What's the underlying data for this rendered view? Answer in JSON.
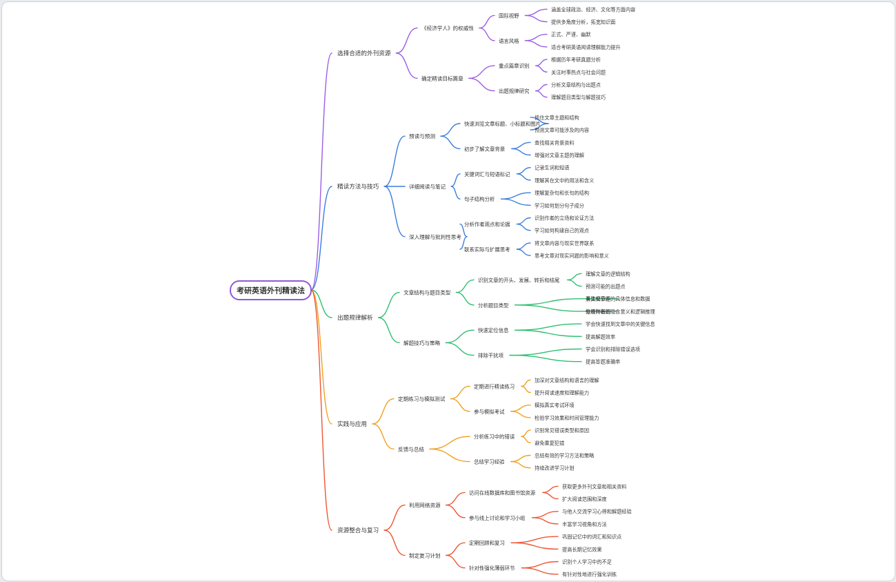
{
  "root": "考研英语外刊精读法",
  "colors": [
    "#9b5de5",
    "#3b7ddd",
    "#2fbf71",
    "#f0a020",
    "#ee5533"
  ],
  "branches": [
    {
      "label": "选择合适的外刊资源",
      "children": [
        {
          "label": "《经济学人》的权威性",
          "children": [
            {
              "label": "国际视野",
              "children": [
                "涵盖全球政治、经济、文化等方面内容",
                "提供多角度分析，拓宽知识面"
              ]
            },
            {
              "label": "语言风格",
              "children": [
                "正式、严谨、幽默",
                "适合考研英语阅读理解能力提升"
              ]
            }
          ]
        },
        {
          "label": "确定精读目标篇章",
          "children": [
            {
              "label": "重点篇章识别",
              "children": [
                "根据历年考研真题分析",
                "关注时事热点与社会问题"
              ]
            },
            {
              "label": "出题规律研究",
              "children": [
                "分析文章结构与出题点",
                "理解题目类型与解题技巧"
              ]
            }
          ]
        }
      ]
    },
    {
      "label": "精读方法与技巧",
      "children": [
        {
          "label": "预读与预测",
          "children": [
            {
              "label": "快速浏览文章标题、小标题和图片",
              "children": [
                "抓住文章主题和结构",
                "预测文章可能涉及的内容"
              ]
            },
            {
              "label": "初步了解文章背景",
              "children": [
                "查找相关背景资料",
                "增强对文章主题的理解"
              ]
            }
          ]
        },
        {
          "label": "详细阅读与笔记",
          "children": [
            {
              "label": "关键词汇与短语标记",
              "children": [
                "记录生词和短语",
                "理解其在文中的用法和含义"
              ]
            },
            {
              "label": "句子结构分析",
              "children": [
                "理解复杂句和长句的结构",
                "学习如何划分句子成分"
              ]
            }
          ]
        },
        {
          "label": "深入理解与批判性思考",
          "children": [
            {
              "label": "分析作者观点和论据",
              "children": [
                "识别作者的立场和论证方法",
                "学习如何构建自己的观点"
              ]
            },
            {
              "label": "联系实际与扩展思考",
              "children": [
                "将文章内容与现实世界联系",
                "思考文章对现实问题的影响和意义"
              ]
            }
          ]
        }
      ]
    },
    {
      "label": "出题规律解析",
      "children": [
        {
          "label": "文章结构与题目类型",
          "children": [
            {
              "label": "识别文章的开头、发展、转折和结尾",
              "children": [
                "理解文章的逻辑结构",
                "预测可能的出题点"
              ]
            },
            {
              "label": "分析题目类型",
              "children": [
                {
                  "label": "事实细节题",
                  "children": [
                    "关注文章中的具体信息和数据"
                  ]
                },
                {
                  "label": "推理判断题",
                  "children": [
                    "分析作者的隐含意义和逻辑推理"
                  ]
                }
              ]
            }
          ]
        },
        {
          "label": "解题技巧与策略",
          "children": [
            {
              "label": "快速定位信息",
              "children": [
                "学会快速找到文章中的关键信息",
                "提高解题效率"
              ]
            },
            {
              "label": "排除干扰项",
              "children": [
                "学会识别和排除错误选项",
                "提高答题准确率"
              ]
            }
          ]
        }
      ]
    },
    {
      "label": "实践与应用",
      "children": [
        {
          "label": "定期练习与模拟测试",
          "children": [
            {
              "label": "定期进行精读练习",
              "children": [
                "加深对文章结构和语言的理解",
                "提升阅读速度和理解能力"
              ]
            },
            {
              "label": "参与模拟考试",
              "children": [
                "模拟真实考试环境",
                "检验学习效果和时间管理能力"
              ]
            }
          ]
        },
        {
          "label": "反馈与总结",
          "children": [
            {
              "label": "分析练习中的错误",
              "children": [
                "识别常见错误类型和原因",
                "避免重复犯错"
              ]
            },
            {
              "label": "总结学习经验",
              "children": [
                "总结有效的学习方法和策略",
                "持续改进学习计划"
              ]
            }
          ]
        }
      ]
    },
    {
      "label": "资源整合与复习",
      "children": [
        {
          "label": "利用网络资源",
          "children": [
            {
              "label": "访问在线数据库和图书馆资源",
              "children": [
                "获取更多外刊文章和相关资料",
                "扩大阅读范围和深度"
              ]
            },
            {
              "label": "参与线上讨论和学习小组",
              "children": [
                "与他人交流学习心得和解题经验",
                "丰富学习视角和方法"
              ]
            }
          ]
        },
        {
          "label": "制定复习计划",
          "children": [
            {
              "label": "定期回顾和复习",
              "children": [
                "巩固记忆中的词汇和知识点",
                "提高长期记忆效果"
              ]
            },
            {
              "label": "针对性强化薄弱环节",
              "children": [
                "识别个人学习中的不足",
                "有针对性地进行强化训练"
              ]
            }
          ]
        }
      ]
    }
  ]
}
